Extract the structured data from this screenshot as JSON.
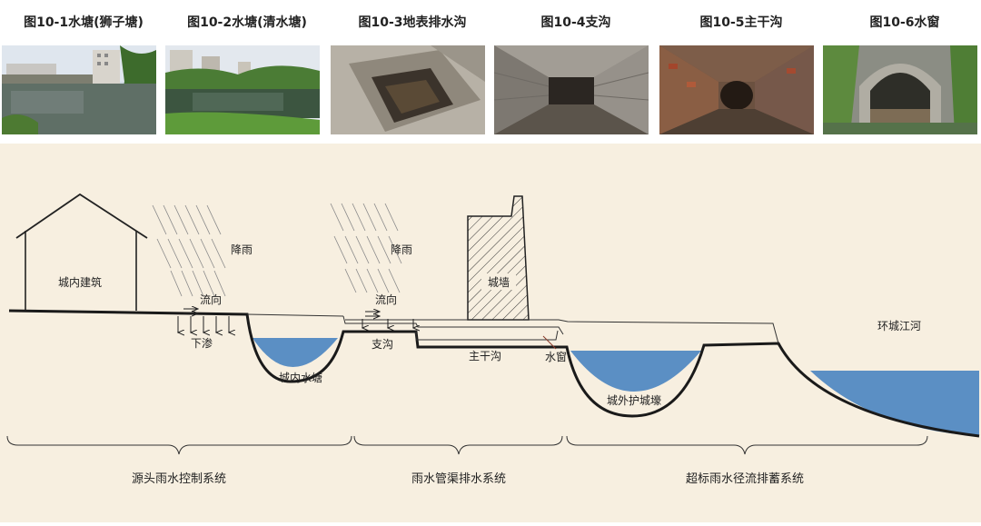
{
  "photos": [
    {
      "caption": "图10-1水塘(狮子塘)",
      "scene": "pond-with-buildings"
    },
    {
      "caption": "图10-2水塘(清水塘)",
      "scene": "pond-with-trees"
    },
    {
      "caption": "图10-3地表排水沟",
      "scene": "surface-drain"
    },
    {
      "caption": "图10-4支沟",
      "scene": "branch-channel"
    },
    {
      "caption": "图10-5主干沟",
      "scene": "main-channel"
    },
    {
      "caption": "图10-6水窗",
      "scene": "water-window"
    }
  ],
  "diagram": {
    "labels": {
      "building": "城内建筑",
      "rain_left": "降雨",
      "rain_right": "降雨",
      "flow_left": "流向",
      "flow_right": "流向",
      "infiltration": "下渗",
      "pond": "城内水塘",
      "branch": "支沟",
      "main": "主干沟",
      "wall": "城墙",
      "window": "水窗",
      "moat": "城外护城壕",
      "river": "环城江河"
    },
    "sections": [
      "源头雨水控制系统",
      "雨水管渠排水系统",
      "超标雨水径流排蓄系统"
    ],
    "colors": {
      "background": "#f7efe0",
      "water": "#5b8fc4",
      "line": "#1a1a1a"
    }
  }
}
